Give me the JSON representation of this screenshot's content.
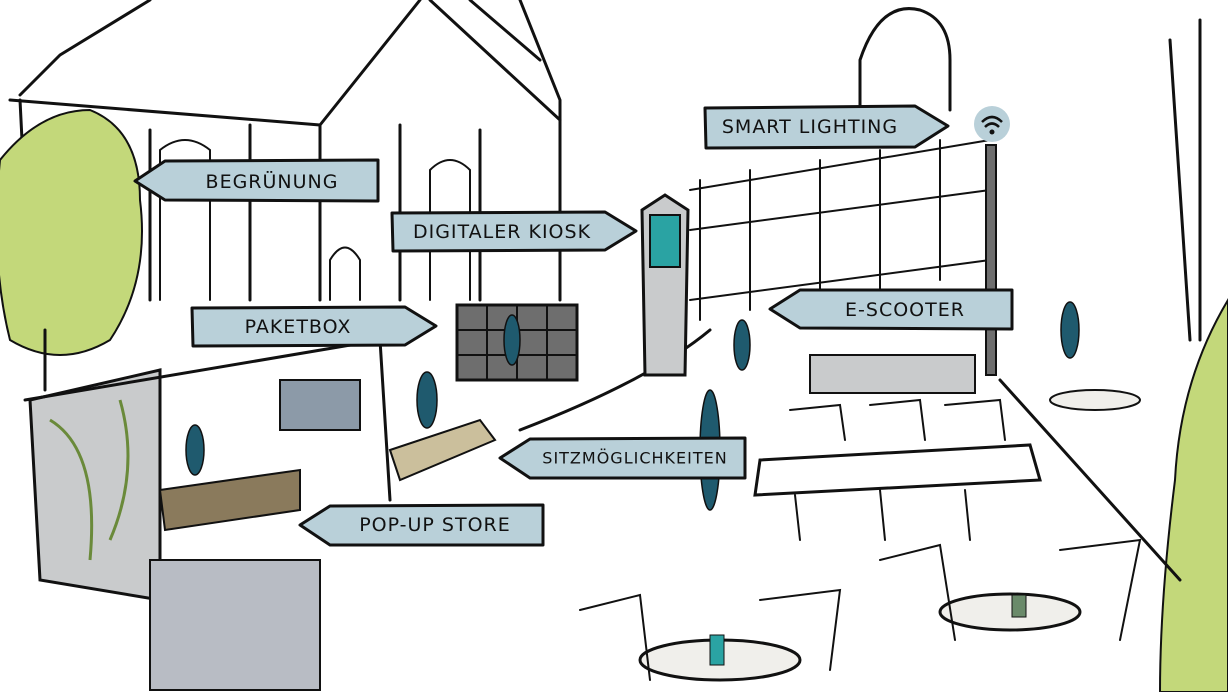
{
  "signs": {
    "begruenung": "BEGRÜNUNG",
    "smart_lighting": "SMART LIGHTING",
    "digitaler_kiosk": "DIGITALER KIOSK",
    "paketbox": "PAKETBOX",
    "e_scooter": "E-SCOOTER",
    "sitzmoeglichkeiten": "SITZMÖGLICHKEITEN",
    "popup_store": "POP-UP STORE"
  },
  "colors": {
    "sign": "#b9d0d9",
    "greenery": "#c3d87a",
    "kiosk_screen": "#2aa3a3",
    "figure": "#1f5a6e",
    "wood": "#8a7a5c"
  }
}
